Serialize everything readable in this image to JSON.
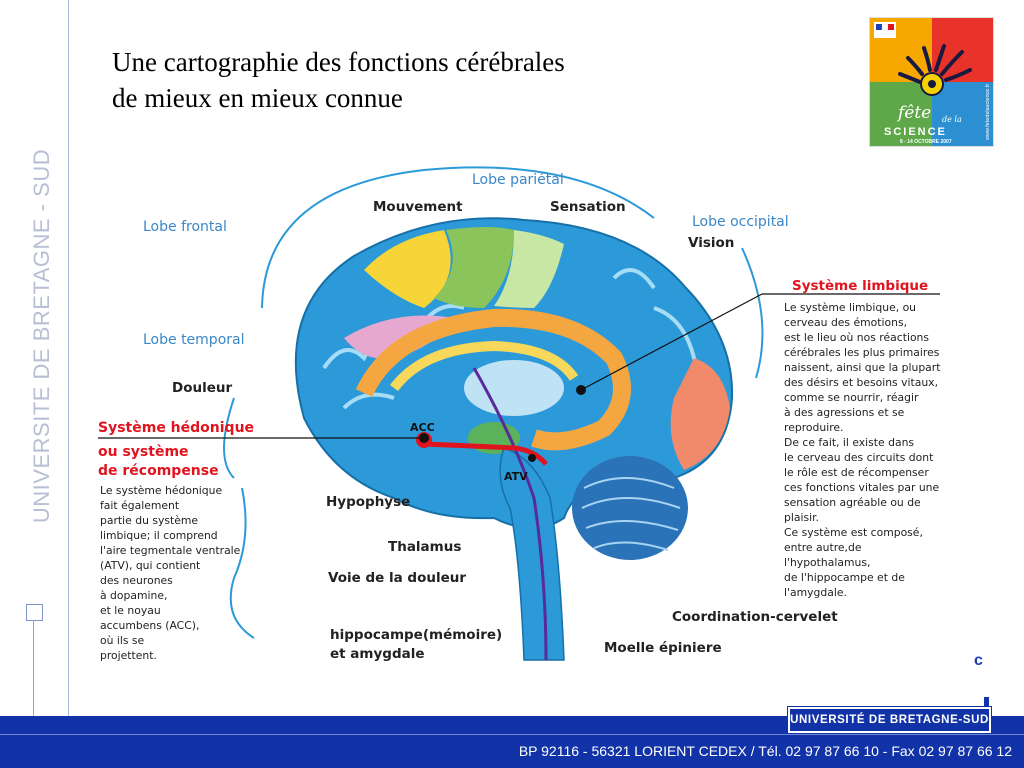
{
  "sidebar": {
    "text": "UNIVERSITE DE BRETAGNE - SUD"
  },
  "title": {
    "line1": "Une cartographie des fonctions cérébrales",
    "line2": "de mieux en mieux connue"
  },
  "logo": {
    "line1": "fête",
    "line2": "de la",
    "science": "SCIENCE",
    "dates": "8 - 14 OCTOBRE 2007",
    "url": "www.fetedelascience.fr"
  },
  "diagram": {
    "lobe_parietal": "Lobe pariétal",
    "lobe_frontal": "Lobe frontal",
    "lobe_occipital": "Lobe occipital",
    "lobe_temporal": "Lobe temporal",
    "mouvement": "Mouvement",
    "sensation": "Sensation",
    "vision": "Vision",
    "douleur": "Douleur",
    "hypophyse": "Hypophyse",
    "thalamus": "Thalamus",
    "voie_douleur": "Voie de la  douleur",
    "hippocampe_1": "hippocampe(mémoire)",
    "hippocampe_2": "et amygdale",
    "coordination": "Coordination-cervelet",
    "moelle": "Moelle épiniere",
    "acc": "ACC",
    "atv": "ATV",
    "hedonic_title": [
      "Système hédonique",
      "ou système",
      "de récompense"
    ],
    "hedonic_desc": [
      "Le système hédonique",
      "fait également",
      "partie du système",
      "limbique; il comprend",
      "l'aire tegmentale ventrale",
      "(ATV), qui contient",
      "des neurones",
      "à dopamine,",
      "et le noyau",
      "accumbens (ACC),",
      "où ils se",
      "projettent."
    ],
    "limbic_title": "Système limbique",
    "limbic_desc": [
      "Le système limbique, ou",
      "cerveau des émotions,",
      "est le lieu où nos réactions",
      "cérébrales les plus primaires",
      "naissent, ainsi que la plupart",
      "des désirs et besoins vitaux,",
      "comme se nourrir, réagir",
      "à des agressions et se",
      "reproduire.",
      "De ce fait, il existe dans",
      "le cerveau des circuits dont",
      "le rôle est de récompenser",
      "ces fonctions vitales par une",
      "sensation agréable ou de",
      "plaisir.",
      "Ce système est composé,",
      "entre autre,de",
      "l'hypothalamus,",
      "de l'hippocampe et de",
      "l'amygdale."
    ]
  },
  "corner_mark": "c",
  "footer": {
    "university": "UNIVERSITÉ DE BRETAGNE-SUD",
    "address": "BP 92116 - 56321 LORIENT CEDEX / Tél. 02 97 87 66 10 - Fax 02 97 87 66 12"
  },
  "colors": {
    "footer_blue": "#1233a8",
    "label_blue": "#3a86c8",
    "label_red": "#e0141e",
    "brain_blue": "#2c9ad8"
  }
}
